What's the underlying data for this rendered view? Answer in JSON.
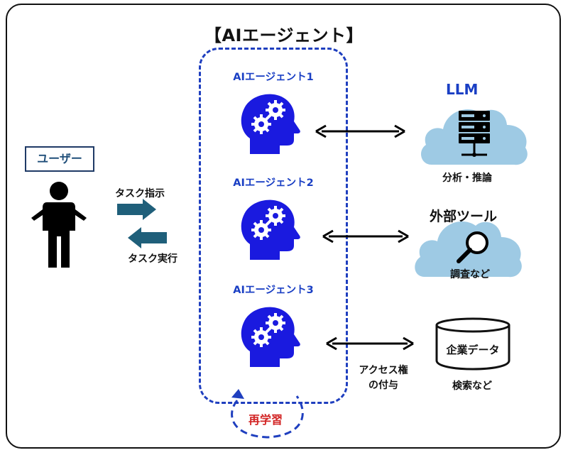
{
  "title": "【AIエージェント】",
  "user": {
    "label": "ユーザー",
    "task_instruction": "タスク指示",
    "task_execution": "タスク実行"
  },
  "agents": [
    {
      "label": "AIエージェント1"
    },
    {
      "label": "AIエージェント2"
    },
    {
      "label": "AIエージェント3"
    }
  ],
  "relearn_label": "再学習",
  "resources": {
    "llm": {
      "title": "LLM",
      "caption": "分析・推論"
    },
    "external_tools": {
      "title": "外部ツール",
      "caption": "調査など"
    },
    "enterprise_data": {
      "title": "企業データ",
      "caption": "検索など",
      "access_line1": "アクセス権",
      "access_line2": "の付与"
    }
  },
  "colors": {
    "agent_blue": "#1a1adf",
    "dashed_border": "#1f3fbf",
    "cloud_fill": "#9ecae4",
    "arrow_teal": "#1f5f7a",
    "relearn_red": "#d22424"
  }
}
